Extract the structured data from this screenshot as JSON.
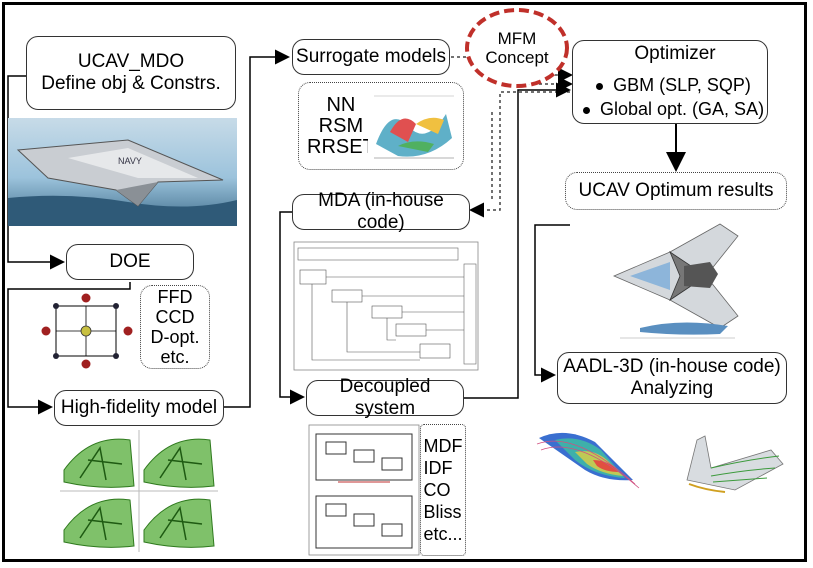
{
  "boxes": {
    "ucav_mdo": [
      "UCAV_MDO",
      "Define obj & Constrs."
    ],
    "doe": "DOE",
    "doe_methods": [
      "FFD",
      "CCD",
      "D-opt.",
      "etc."
    ],
    "high_fidelity": "High-fidelity model",
    "surrogate": "Surrogate models",
    "surrogate_methods": [
      "NN",
      "RSM",
      "RRSET"
    ],
    "mfm": [
      "MFM",
      "Concept"
    ],
    "optimizer": {
      "title": "Optimizer",
      "items": [
        "GBM (SLP, SQP)",
        "Global opt. (GA, SA)"
      ]
    },
    "ucav_results": "UCAV Optimum results",
    "mda": "MDA (in-house code)",
    "decoupled": "Decoupled system",
    "decoupled_methods": [
      "MDF",
      "IDF",
      "CO",
      "Bliss",
      "etc..."
    ],
    "aadl": [
      "AADL-3D (in-house code)",
      "Analyzing"
    ]
  },
  "colors": {
    "mfm_ellipse": "#c0302a",
    "mesh_green": "#3f8f2a",
    "sky": "#9cc3dc"
  }
}
